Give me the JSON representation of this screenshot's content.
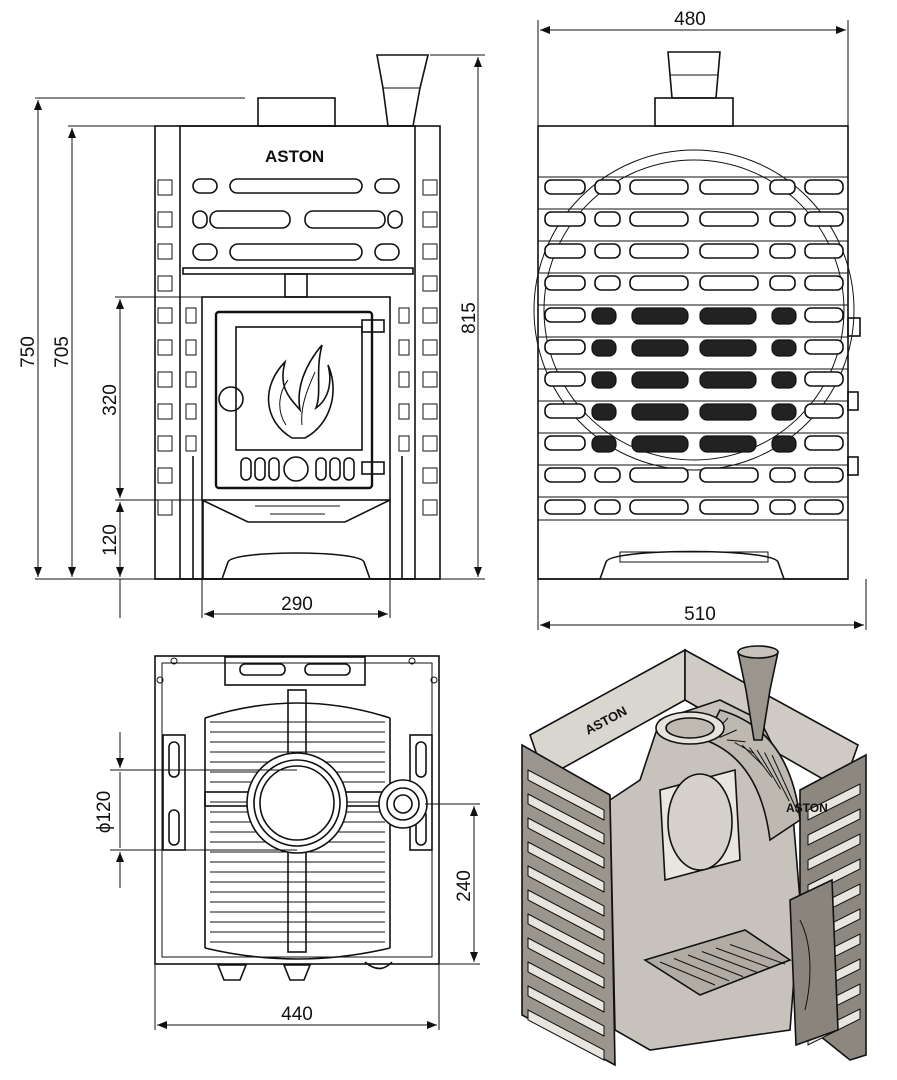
{
  "brand": "ASTON",
  "dimensions": {
    "front_height_total": "750",
    "front_height_body": "705",
    "front_firebox_height": "320",
    "front_leg_height": "120",
    "front_door_width": "290",
    "front_overall_height": "815",
    "side_top_width": "480",
    "side_bottom_width": "510",
    "top_flue_diameter": "ϕ120",
    "top_flue_offset": "240",
    "top_width": "440"
  },
  "colors": {
    "line": "#111111",
    "metal_light": "#d9d5cf",
    "metal_mid": "#9a958d",
    "metal_dark": "#5a5650"
  }
}
